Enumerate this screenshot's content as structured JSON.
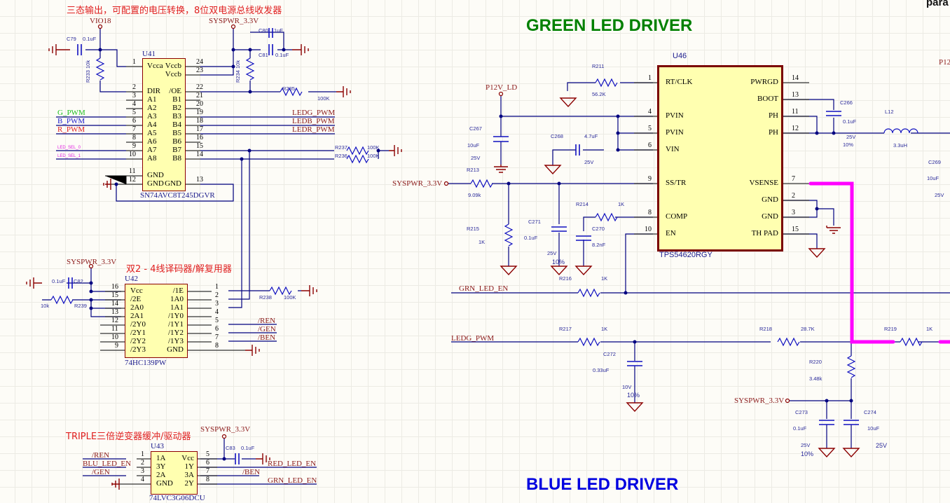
{
  "titles": {
    "green": "GREEN LED DRIVER",
    "blue": "BLUE LED DRIVER",
    "para": "para"
  },
  "colors": {
    "green_title": "#008000",
    "blue_title": "#0000e0",
    "wire": "#000080",
    "highlight": "#ff00ff",
    "chip_fill": "#ffffb0",
    "chip_border": "#8b0000",
    "net_label": "#8b1a1a",
    "cn_annotation": "#e02020"
  },
  "annotations": {
    "u41": "三态输出，可配置的电压转换，8位双电源总线收发器",
    "u42": "双2 - 4线译码器/解复用器",
    "u43": "TRIPLE三倍逆变器缓冲/驱动器"
  },
  "power_ports": {
    "vio18": "VIO18",
    "sys1": "SYSPWR_3.3V",
    "sys2": "SYSPWR_3.3V",
    "sys3": "SYSPWR_3.3V",
    "sys4": "SYSPWR_3.3V",
    "sys5": "SYSPWR_3.3V",
    "p12v": "P12V_LD",
    "p12r": "P12"
  },
  "u41": {
    "designator": "U41",
    "part": "SN74AVC8T245DGVR",
    "left": [
      {
        "n": "1",
        "name": "Vcca"
      },
      {
        "n": "2",
        "name": "DIR"
      },
      {
        "n": "3",
        "name": "A1"
      },
      {
        "n": "4",
        "name": "A2"
      },
      {
        "n": "5",
        "name": "A3"
      },
      {
        "n": "6",
        "name": "A4"
      },
      {
        "n": "7",
        "name": "A5"
      },
      {
        "n": "8",
        "name": "A6"
      },
      {
        "n": "9",
        "name": "A7"
      },
      {
        "n": "10",
        "name": "A8"
      },
      {
        "n": "11",
        "name": "GND"
      },
      {
        "n": "12",
        "name": "GND"
      }
    ],
    "right": [
      {
        "n": "24",
        "name": "Vccb"
      },
      {
        "n": "23",
        "name": "Vccb"
      },
      {
        "n": "22",
        "name": "/OE"
      },
      {
        "n": "21",
        "name": "B1"
      },
      {
        "n": "20",
        "name": "B2"
      },
      {
        "n": "19",
        "name": "B3"
      },
      {
        "n": "18",
        "name": "B4"
      },
      {
        "n": "17",
        "name": "B5"
      },
      {
        "n": "16",
        "name": "B6"
      },
      {
        "n": "15",
        "name": "B7"
      },
      {
        "n": "14",
        "name": "B8"
      },
      {
        "n": "13",
        "name": "GND"
      }
    ],
    "nets_left": {
      "g": "G_PWM",
      "b": "B_PWM",
      "r": "R_PWM",
      "sel0": "LED_SEL_0",
      "sel1": "LED_SEL_1"
    },
    "nets_right": {
      "g": "LEDG_PWM",
      "b": "LEDB_PWM",
      "r": "LEDR_PWM"
    }
  },
  "u42": {
    "designator": "U42",
    "part": "74HC139PW",
    "left": [
      {
        "n": "16",
        "name": "Vcc"
      },
      {
        "n": "15",
        "name": "/2E"
      },
      {
        "n": "14",
        "name": "2A0"
      },
      {
        "n": "13",
        "name": "2A1"
      },
      {
        "n": "12",
        "name": "/2Y0"
      },
      {
        "n": "11",
        "name": "/2Y1"
      },
      {
        "n": "10",
        "name": "/2Y2"
      },
      {
        "n": "9",
        "name": "/2Y3"
      }
    ],
    "right": [
      {
        "n": "1",
        "name": "/1E"
      },
      {
        "n": "2",
        "name": "1A0"
      },
      {
        "n": "3",
        "name": "1A1"
      },
      {
        "n": "4",
        "name": "/1Y0"
      },
      {
        "n": "5",
        "name": "/1Y1"
      },
      {
        "n": "6",
        "name": "/1Y2"
      },
      {
        "n": "7",
        "name": "/1Y3"
      },
      {
        "n": "8",
        "name": "GND"
      }
    ],
    "nets": {
      "ren": "/REN",
      "gen": "/GEN",
      "ben": "/BEN"
    }
  },
  "u43": {
    "designator": "U43",
    "part": "74LVC3G06DCU",
    "left": [
      {
        "n": "1",
        "name": "1A"
      },
      {
        "n": "2",
        "name": "3Y"
      },
      {
        "n": "3",
        "name": "2A"
      },
      {
        "n": "4",
        "name": "GND"
      }
    ],
    "right": [
      {
        "n": "5",
        "name": "Vcc"
      },
      {
        "n": "6",
        "name": "1Y"
      },
      {
        "n": "7",
        "name": "3A"
      },
      {
        "n": "8",
        "name": "2Y"
      }
    ],
    "nets": {
      "ren": "/REN",
      "blu": "BLU_LED_EN",
      "gen": "/GEN",
      "red": "RED_LED_EN",
      "ben": "/BEN",
      "grn": "GRN_LED_EN"
    }
  },
  "u46": {
    "designator": "U46",
    "part": "TPS54620RGY",
    "left": [
      {
        "n": "1",
        "name": "RT/CLK"
      },
      {
        "n": "4",
        "name": "PVIN"
      },
      {
        "n": "5",
        "name": "PVIN"
      },
      {
        "n": "6",
        "name": "VIN"
      },
      {
        "n": "9",
        "name": "SS/TR"
      },
      {
        "n": "8",
        "name": "COMP"
      },
      {
        "n": "10",
        "name": "EN"
      }
    ],
    "right": [
      {
        "n": "14",
        "name": "PWRGD"
      },
      {
        "n": "13",
        "name": "BOOT"
      },
      {
        "n": "11",
        "name": "PH"
      },
      {
        "n": "12",
        "name": "PH"
      },
      {
        "n": "7",
        "name": "VSENSE"
      },
      {
        "n": "2",
        "name": "GND"
      },
      {
        "n": "3",
        "name": "GND"
      },
      {
        "n": "15",
        "name": "TH PAD"
      }
    ],
    "nets": {
      "grn_en": "GRN_LED_EN",
      "ledg": "LEDG_PWM"
    }
  },
  "components": {
    "c79": {
      "ref": "C79",
      "val": "0.1uF"
    },
    "c80": {
      "ref": "C80",
      "val": "1uF"
    },
    "c81": {
      "ref": "C81",
      "val": "0.1uF"
    },
    "c82": {
      "ref": "C82",
      "val": "0.1uF"
    },
    "c83": {
      "ref": "C83",
      "val": "0.1uF"
    },
    "r233": {
      "ref": "R233",
      "val": "10k"
    },
    "r234": {
      "ref": "R234",
      "val": "10k"
    },
    "r235": {
      "ref": "R235",
      "val": "100K"
    },
    "r237": {
      "ref": "R237",
      "val": "100K"
    },
    "r236": {
      "ref": "R236",
      "val": "100K"
    },
    "r238": {
      "ref": "R238",
      "val": "100K"
    },
    "r239": {
      "ref": "R239",
      "val": "10k"
    },
    "r211": {
      "ref": "R211",
      "val": "56.2K"
    },
    "c267": {
      "ref": "C267",
      "val": "10uF",
      "v": "25V"
    },
    "c268": {
      "ref": "C268",
      "val": "4.7uF",
      "v": "25V"
    },
    "r213": {
      "ref": "R213",
      "val": "9.09k"
    },
    "r215": {
      "ref": "R215",
      "val": "1K"
    },
    "c271": {
      "ref": "C271",
      "val": "0.1uF",
      "v": "25V",
      "tol": "10%"
    },
    "r214": {
      "ref": "R214",
      "val": "1K"
    },
    "c270": {
      "ref": "C270",
      "val": "8.2nF"
    },
    "r216": {
      "ref": "R216",
      "val": "1K"
    },
    "c266": {
      "ref": "C266",
      "val": "0.1uF",
      "v": "25V",
      "tol": "10%"
    },
    "l12": {
      "ref": "L12",
      "val": "3.3uH"
    },
    "c269": {
      "ref": "C269",
      "val": "10uF",
      "v": "25V"
    },
    "r217": {
      "ref": "R217",
      "val": "1K"
    },
    "c272": {
      "ref": "C272",
      "val": "0.33uF",
      "v": "10V",
      "tol": "10%"
    },
    "r218": {
      "ref": "R218",
      "val": "28.7K"
    },
    "r219": {
      "ref": "R219",
      "val": "1K"
    },
    "r220": {
      "ref": "R220",
      "val": "3.48k"
    },
    "c273": {
      "ref": "C273",
      "val": "0.1uF",
      "v": "25V",
      "tol": "10%"
    },
    "c274": {
      "ref": "C274",
      "val": "10uF",
      "v": "25V"
    }
  }
}
